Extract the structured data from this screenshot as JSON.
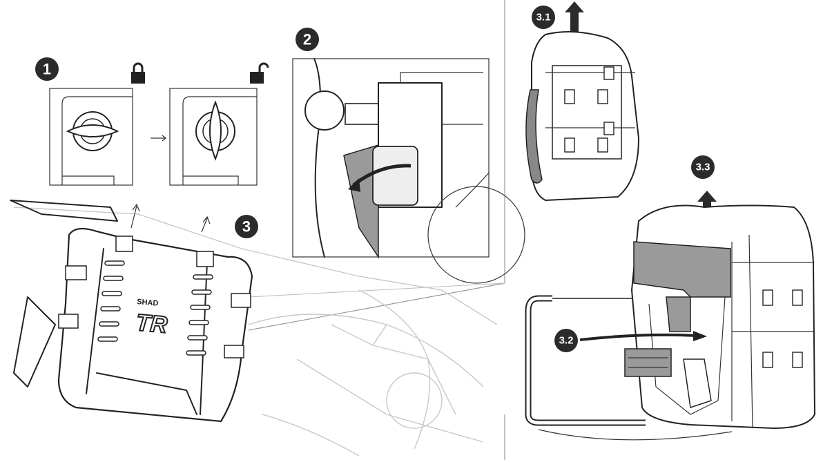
{
  "steps": {
    "step1": "1",
    "step2": "2",
    "step3": "3",
    "step3_1": "3.1",
    "step3_2": "3.2",
    "step3_3": "3.3"
  },
  "logo": {
    "brand": "SHAD",
    "model": "TR"
  },
  "colors": {
    "badge": "#2b2b2b",
    "highlight": "#9a9a9a",
    "line": "#222222"
  }
}
